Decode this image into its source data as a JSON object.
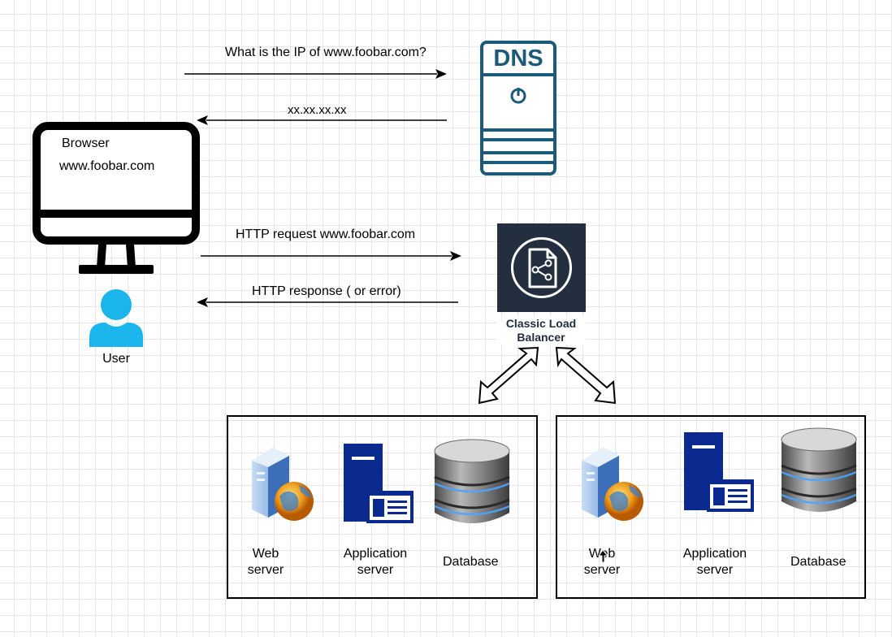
{
  "dns": {
    "label": "DNS",
    "query_label": "What is the IP of www.foobar.com?",
    "response_label": "xx.xx.xx.xx",
    "color": "#1b5a78"
  },
  "browser": {
    "title": "Browser",
    "url": "www.foobar.com"
  },
  "user": {
    "label": "User",
    "color": "#1ab5ea"
  },
  "http": {
    "request_label": "HTTP request www.foobar.com",
    "response_label": "HTTP response ( or error)"
  },
  "load_balancer": {
    "label": "Classic Load Balancer",
    "tile_color": "#232f3e"
  },
  "stacks": [
    {
      "web_server_label": "Web server",
      "app_server_label": "Application server",
      "database_label": "Database"
    },
    {
      "web_server_label": "Web server",
      "app_server_label": "Application server",
      "database_label": "Database"
    }
  ]
}
